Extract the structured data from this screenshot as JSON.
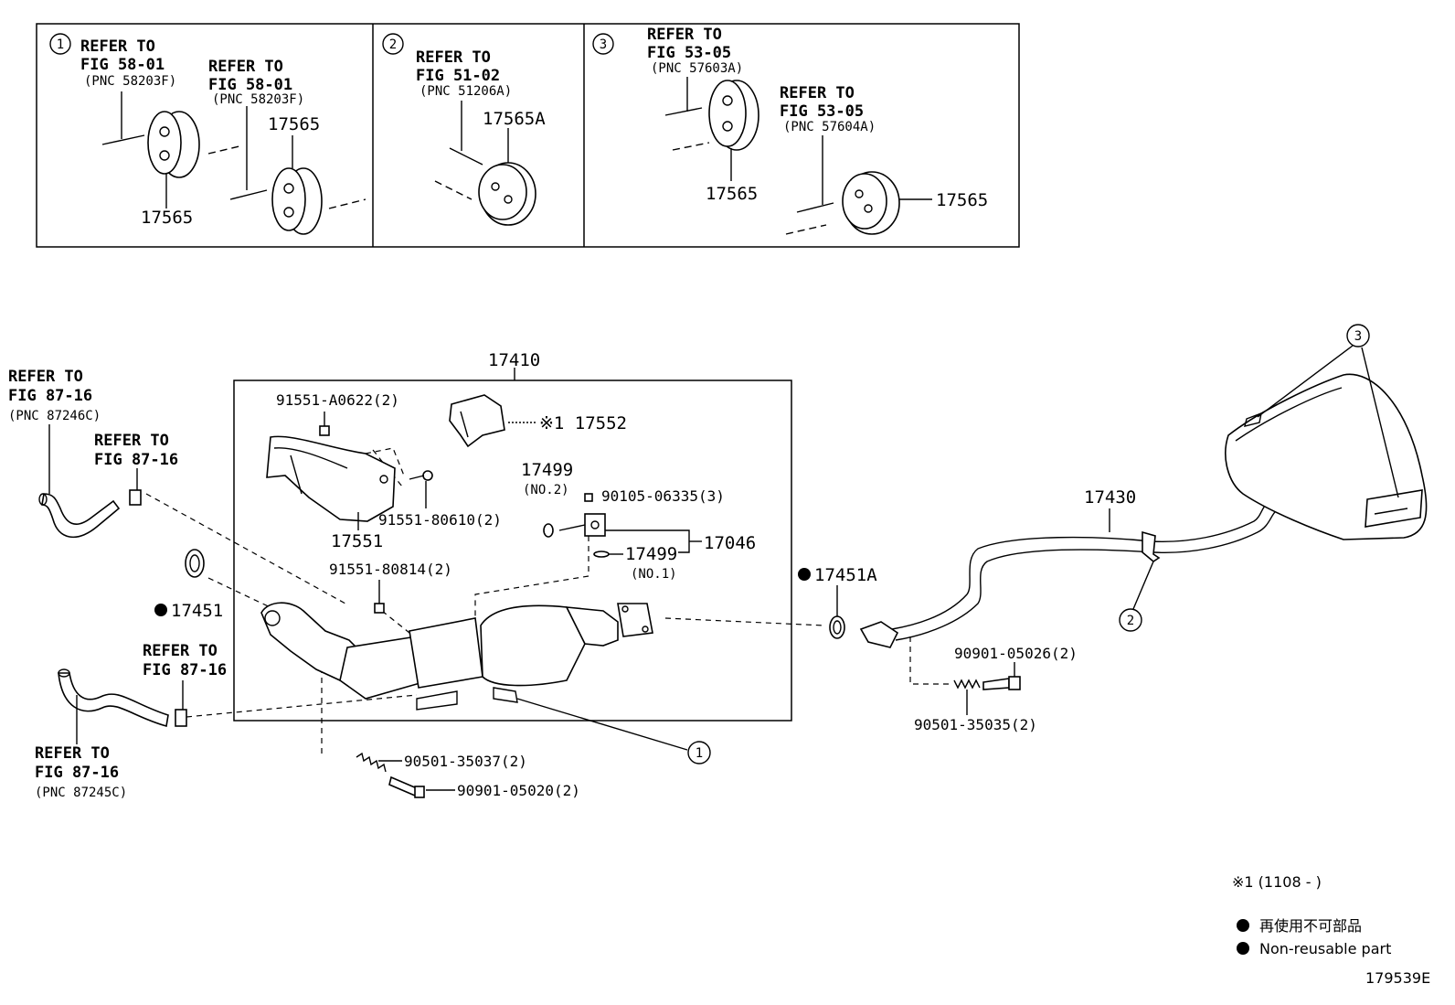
{
  "panel1": {
    "num": "1",
    "ref1": {
      "l1": "REFER TO",
      "l2": "FIG 58-01",
      "l3": "(PNC 58203F)"
    },
    "ref2": {
      "l1": "REFER TO",
      "l2": "FIG 58-01",
      "l3": "(PNC 58203F)"
    },
    "part_a": "17565",
    "part_b": "17565"
  },
  "panel2": {
    "num": "2",
    "ref": {
      "l1": "REFER TO",
      "l2": "FIG 51-02",
      "l3": "(PNC 51206A)"
    },
    "part": "17565A"
  },
  "panel3": {
    "num": "3",
    "ref1": {
      "l1": "REFER TO",
      "l2": "FIG 53-05",
      "l3": "(PNC 57603A)"
    },
    "ref2": {
      "l1": "REFER TO",
      "l2": "FIG 53-05",
      "l3": "(PNC 57604A)"
    },
    "part_a": "17565",
    "part_b": "17565"
  },
  "main": {
    "assembly": "17410",
    "p91551a": "91551-A0622(2)",
    "p17552": "※1 17552",
    "p17499_no2": "17499",
    "no2": "(NO.2)",
    "p90105": "90105-06335(3)",
    "p91551_80610": "91551-80610(2)",
    "p17551": "17551",
    "p17046": "17046",
    "p17499_no1": "17499",
    "no1": "(NO.1)",
    "p91551_80814": "91551-80814(2)",
    "p17451": "17451",
    "p17451a": "17451A",
    "p17430": "17430",
    "p90901_05026": "90901-05026(2)",
    "p90501_35035": "90501-35035(2)",
    "p90501_35037": "90501-35037(2)",
    "p90901_05020": "90901-05020(2)",
    "callout1": "1",
    "callout2": "2",
    "callout3": "3"
  },
  "refs_left": {
    "r1": {
      "l1": "REFER TO",
      "l2": "FIG 87-16",
      "l3": "(PNC 87246C)"
    },
    "r2": {
      "l1": "REFER TO",
      "l2": "FIG 87-16"
    },
    "r3": {
      "l1": "REFER TO",
      "l2": "FIG 87-16"
    },
    "r4": {
      "l1": "REFER TO",
      "l2": "FIG 87-16",
      "l3": "(PNC 87245C)"
    }
  },
  "notes": {
    "footnote": "※1 (1108 -        )",
    "legend_jp": "再使用不可部品",
    "legend_en": "Non-reusable part",
    "figure_code": "179539E"
  }
}
